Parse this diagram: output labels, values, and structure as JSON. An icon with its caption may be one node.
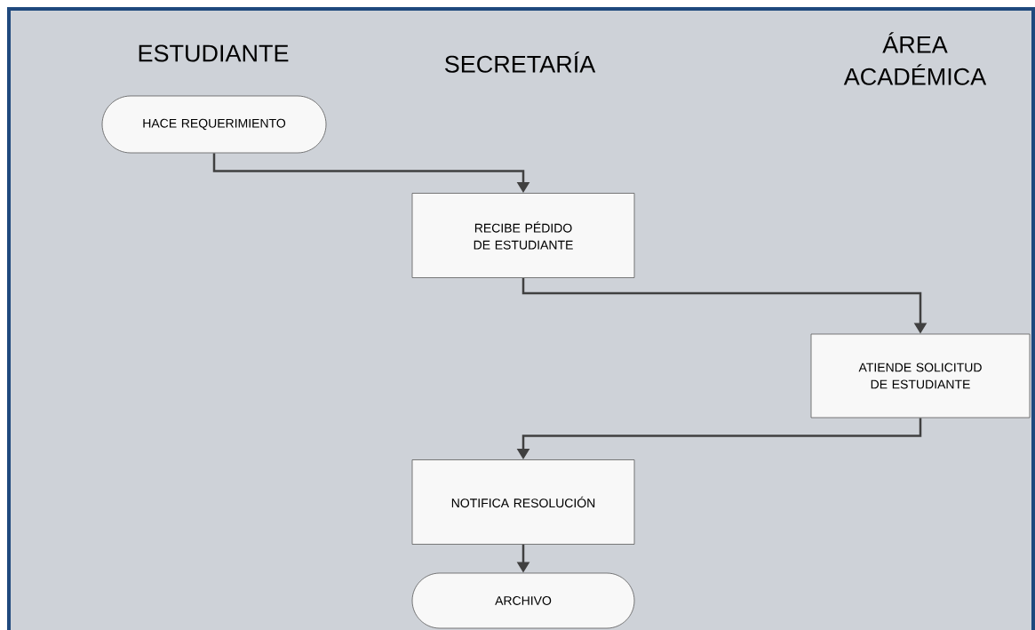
{
  "diagram": {
    "nodes": [
      {
        "text": [
          "HACE REQUERIMIENTO"
        ]
      },
      {
        "text": [
          "RECIBE PÉDIDO DE ESTUDIANTE"
        ]
      },
      {
        "text": [
          "ATIENDE SOLICITUD DE ESTUDIANTE"
        ]
      },
      {
        "text": [
          "NOTIFICA RESOLUCIÓN"
        ]
      },
      {
        "text": [
          "ARCHIVO"
        ]
      }
    ],
    "edges": [
      {
        "from": 0,
        "to": 1,
        "arrow": "to"
      },
      {
        "from": 1,
        "to": 2,
        "arrow": "to"
      },
      {
        "from": 2,
        "to": 3,
        "arrow": "to"
      },
      {
        "from": 3,
        "to": 4,
        "arrow": "to"
      }
    ],
    "labels": [
      "ESTUDIANTE",
      "SECRETARÍA",
      "ÁREA ACADÉMICA"
    ]
  }
}
